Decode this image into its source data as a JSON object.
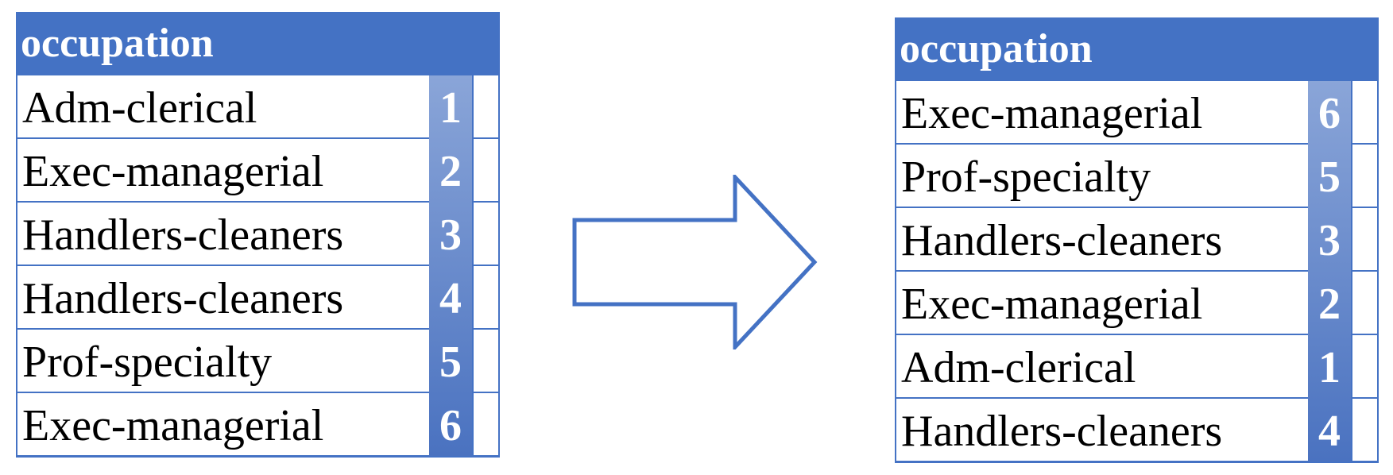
{
  "colors": {
    "accent": "#4472c4",
    "strip_top": "#8aa5d8",
    "strip_bottom": "#4a72c0"
  },
  "left_table": {
    "header": "occupation",
    "rows": [
      {
        "label": "Adm-clerical",
        "num": "1"
      },
      {
        "label": "Exec-managerial",
        "num": "2"
      },
      {
        "label": "Handlers-cleaners",
        "num": "3"
      },
      {
        "label": "Handlers-cleaners",
        "num": "4"
      },
      {
        "label": "Prof-specialty",
        "num": "5"
      },
      {
        "label": "Exec-managerial",
        "num": "6"
      }
    ]
  },
  "right_table": {
    "header": "occupation",
    "rows": [
      {
        "label": "Exec-managerial",
        "num": "6"
      },
      {
        "label": "Prof-specialty",
        "num": "5"
      },
      {
        "label": "Handlers-cleaners",
        "num": "3"
      },
      {
        "label": "Exec-managerial",
        "num": "2"
      },
      {
        "label": "Adm-clerical",
        "num": "1"
      },
      {
        "label": "Handlers-cleaners",
        "num": "4"
      }
    ]
  },
  "arrow": {
    "icon": "right-arrow-icon",
    "color": "#4472c4"
  }
}
